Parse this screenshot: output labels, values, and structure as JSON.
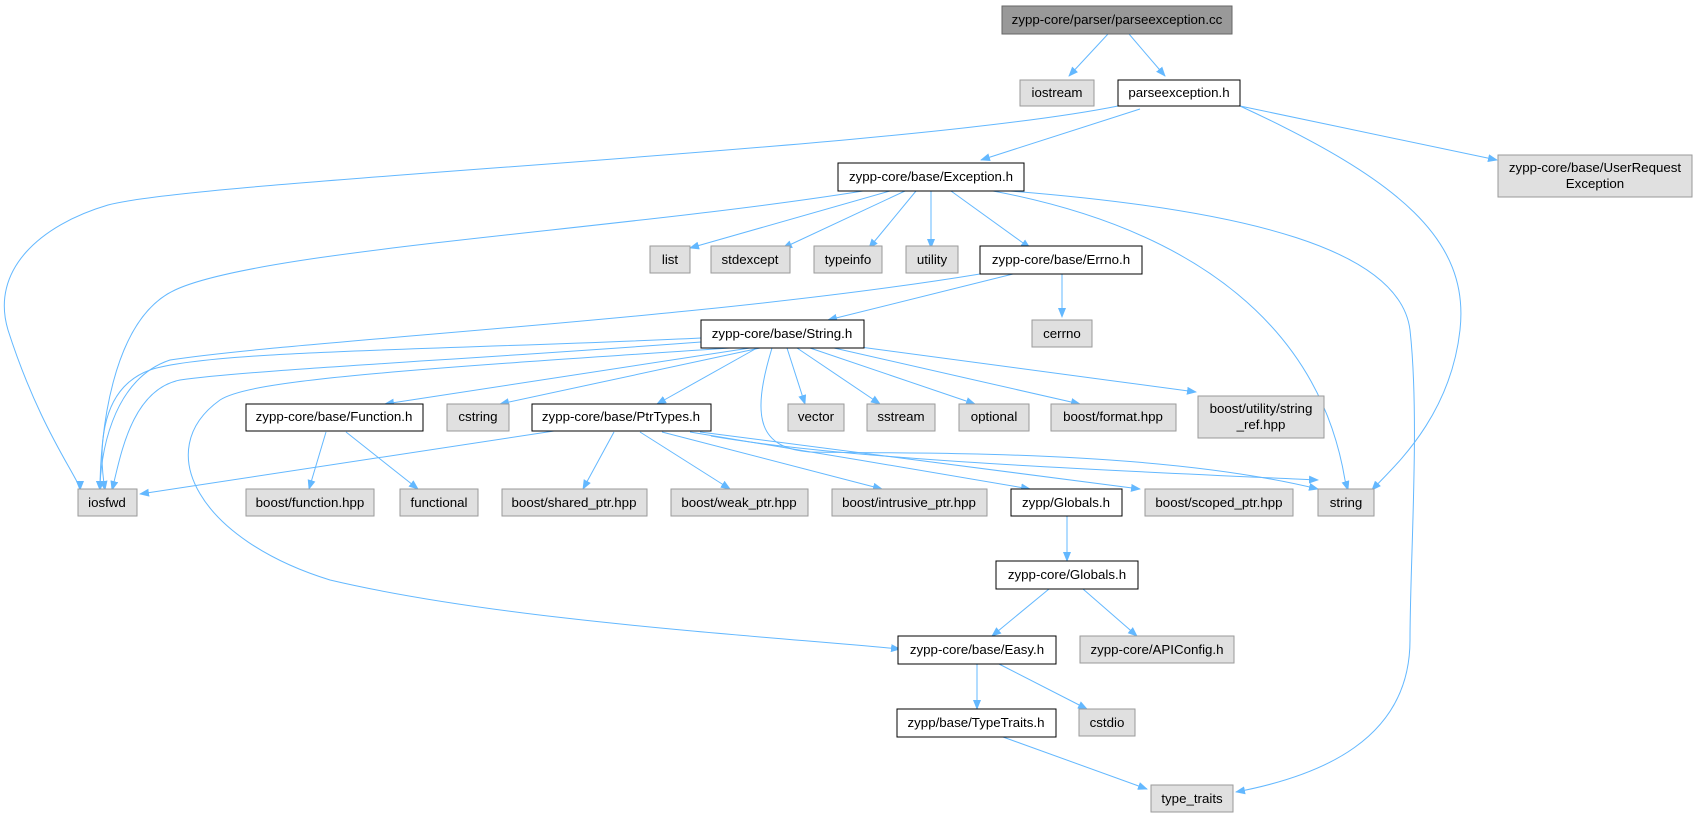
{
  "nodes": {
    "root": "zypp-core/parser/parseexception.cc",
    "iostream": "iostream",
    "parseexception_h": "parseexception.h",
    "exception_h": "zypp-core/base/Exception.h",
    "userrequest": [
      "zypp-core/base/UserRequest",
      "Exception"
    ],
    "list": "list",
    "stdexcept": "stdexcept",
    "typeinfo": "typeinfo",
    "utility": "utility",
    "errno_h": "zypp-core/base/Errno.h",
    "cerrno": "cerrno",
    "string_h": "zypp-core/base/String.h",
    "function_h": "zypp-core/base/Function.h",
    "cstring": "cstring",
    "ptrtypes_h": "zypp-core/base/PtrTypes.h",
    "vector": "vector",
    "sstream": "sstream",
    "optional": "optional",
    "boost_format": "boost/format.hpp",
    "boost_string_ref": [
      "boost/utility/string",
      "_ref.hpp"
    ],
    "iosfwd": "iosfwd",
    "boost_function": "boost/function.hpp",
    "functional": "functional",
    "boost_shared": "boost/shared_ptr.hpp",
    "boost_weak": "boost/weak_ptr.hpp",
    "boost_intrusive": "boost/intrusive_ptr.hpp",
    "zypp_globals_h": "zypp/Globals.h",
    "boost_scoped": "boost/scoped_ptr.hpp",
    "string": "string",
    "core_globals_h": "zypp-core/Globals.h",
    "easy_h": "zypp-core/base/Easy.h",
    "apiconfig_h": "zypp-core/APIConfig.h",
    "typetraits_h": "zypp/base/TypeTraits.h",
    "cstdio": "cstdio",
    "type_traits": "type_traits"
  },
  "colors": {
    "edge": "#63b8ff",
    "root_fill": "#999999",
    "system_header_fill": "#e0e0e0",
    "project_header_fill": "#ffffff"
  }
}
